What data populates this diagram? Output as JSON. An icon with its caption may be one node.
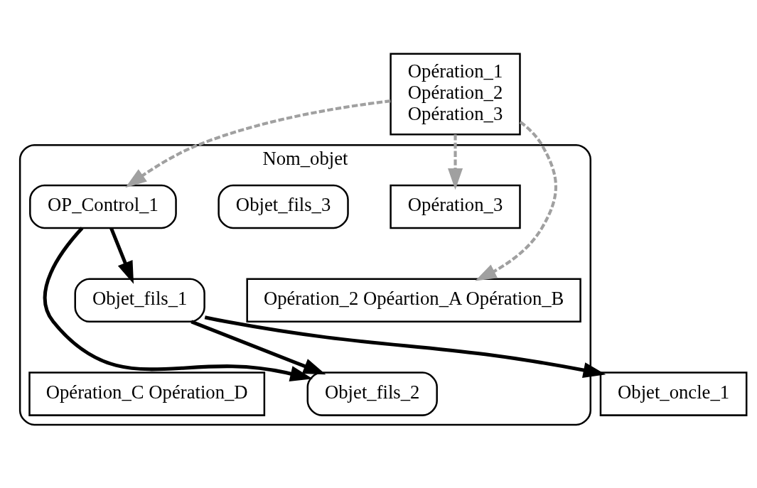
{
  "diagram": {
    "nodes": [
      {
        "text": [
          "Nom_objet"
        ]
      },
      {
        "text": [
          "Opération_1",
          "Opération_2",
          "Opération_3"
        ]
      },
      {
        "text": [
          "OP_Control_1"
        ],
        "in": 0
      },
      {
        "text": [
          "Objet_fils_1"
        ],
        "in": 0
      },
      {
        "text": [
          "Opération_2 Opéartion_A Opération_B"
        ],
        "in": 0
      },
      {
        "text": [
          "Objet_fils_3"
        ],
        "in": 0
      },
      {
        "text": [
          "Opération_3"
        ],
        "in": 0
      },
      {
        "text": [
          "Objet_fils_2"
        ],
        "in": 0
      },
      {
        "text": [
          "Opération_C Opération_D"
        ],
        "in": 0
      },
      {
        "text": [
          "Objet_oncle_1"
        ]
      }
    ],
    "edges": [
      {
        "from": 1,
        "to": 2,
        "arrow": "to",
        "style": "dashed",
        "color": "#a0a0a0"
      },
      {
        "from": 1,
        "to": 4,
        "arrow": "to",
        "style": "dashed",
        "color": "#a0a0a0"
      },
      {
        "from": 1,
        "to": 6,
        "arrow": "to",
        "style": "dashed",
        "color": "#a0a0a0"
      },
      {
        "from": 2,
        "to": 3,
        "arrow": "to"
      },
      {
        "from": 2,
        "to": 7,
        "arrow": "to"
      },
      {
        "from": 3,
        "to": 7,
        "arrow": "to"
      },
      {
        "from": 3,
        "to": 9,
        "arrow": "to"
      }
    ]
  }
}
